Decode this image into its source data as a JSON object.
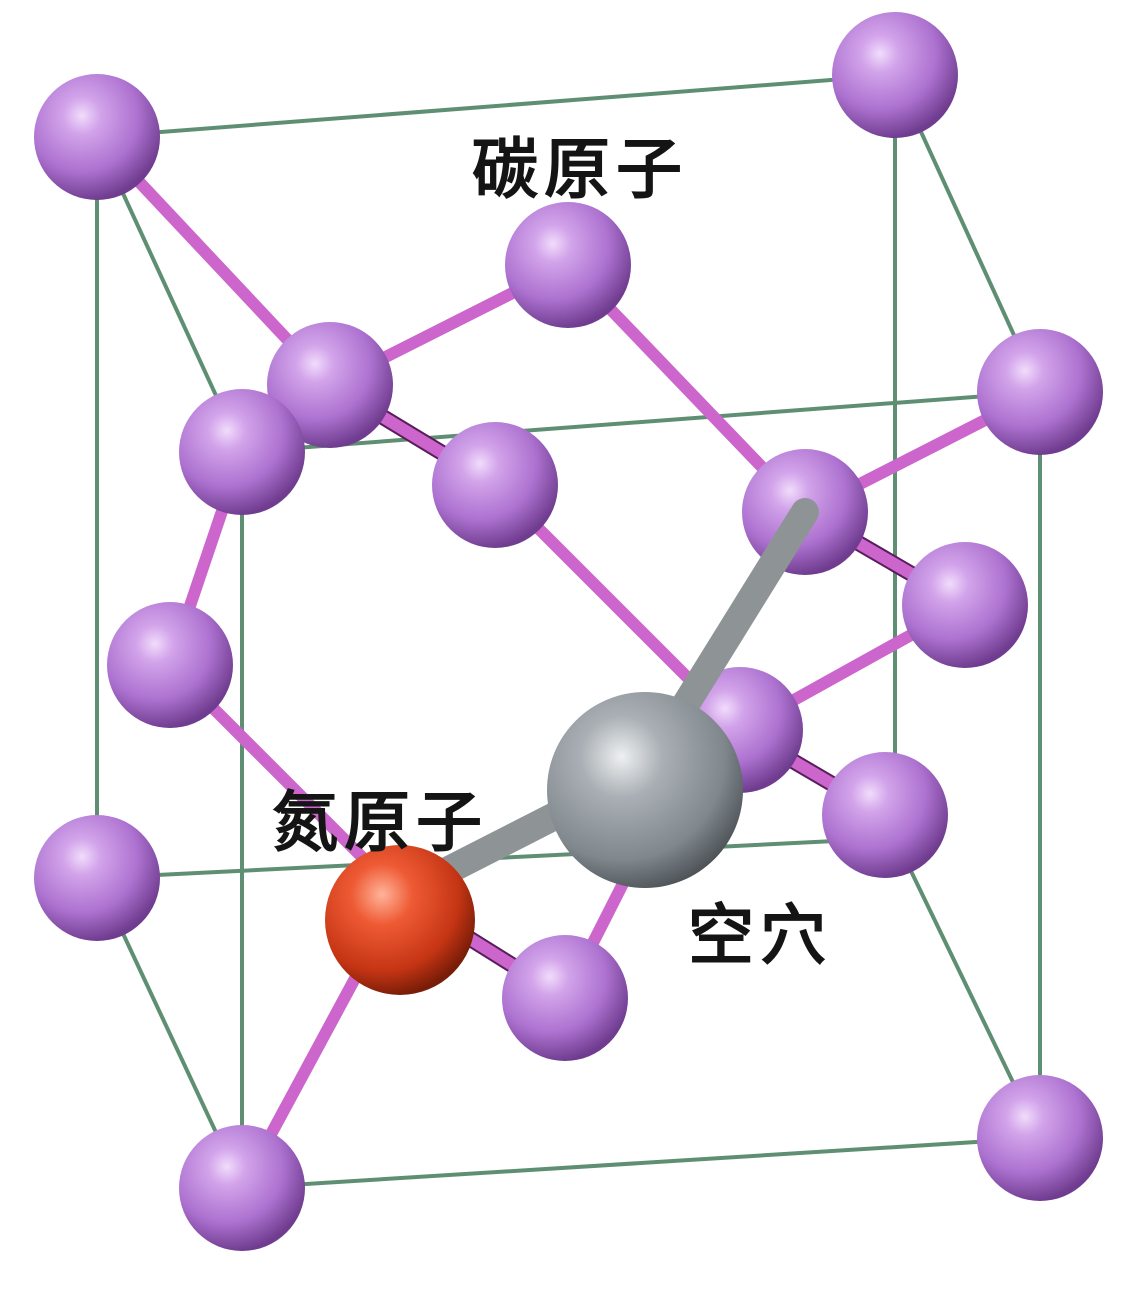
{
  "labels": {
    "carbon_atom": "碳原子",
    "nitrogen_atom": "氮原子",
    "vacancy": "空穴"
  },
  "colors": {
    "carbon_atom": "#b77fd6",
    "carbon_bond": "#cc66cc",
    "nitrogen_atom": "#e0411e",
    "vacancy": "#8f969c",
    "vacancy_bond": "#8e9496",
    "cell_edge": "#5f8f73",
    "label_text": "#141414"
  }
}
